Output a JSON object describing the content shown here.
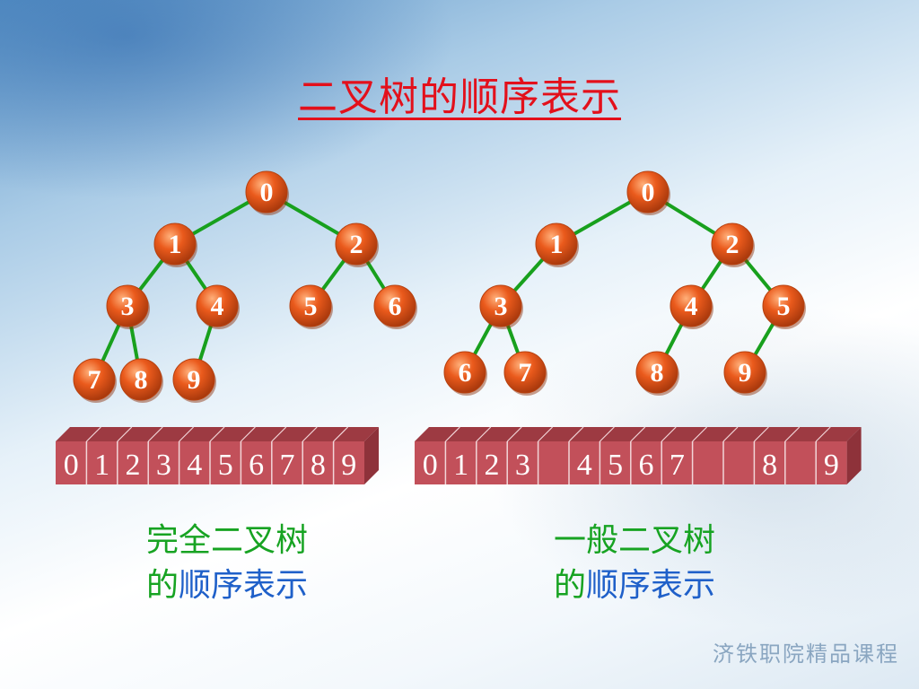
{
  "title": "二叉树的顺序表示",
  "colors": {
    "title": "#e3101b",
    "node_fill": "#e8541a",
    "node_shadow": "#8a2a05",
    "edge": "#18a01d",
    "array_front": "#c2505a",
    "array_top": "#9d3a42",
    "array_side": "#8e323a",
    "caption_green": "#17a322",
    "caption_blue": "#1f60c9"
  },
  "trees": [
    {
      "nodes": [
        "0",
        "1",
        "2",
        "3",
        "4",
        "5",
        "6",
        "7",
        "8",
        "9"
      ],
      "array": [
        "0",
        "1",
        "2",
        "3",
        "4",
        "5",
        "6",
        "7",
        "8",
        "9"
      ],
      "caption": {
        "line1": "完全二叉树",
        "line2a": "的",
        "line2b": "顺序表示"
      }
    },
    {
      "nodes": [
        "0",
        "1",
        "2",
        "3",
        "4",
        "5",
        "6",
        "7",
        "8",
        "9"
      ],
      "array": [
        "0",
        "1",
        "2",
        "3",
        "",
        "4",
        "5",
        "6",
        "7",
        "",
        "",
        "8",
        "",
        "9"
      ],
      "caption": {
        "line1": "一般二叉树",
        "line2a": "的",
        "line2b": "顺序表示"
      }
    }
  ],
  "brand": "济铁职院精品课程"
}
